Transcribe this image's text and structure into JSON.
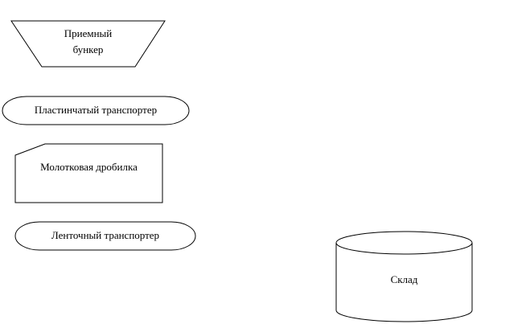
{
  "nodes": {
    "bunker": {
      "line1": "Приемный",
      "line2": "бункер"
    },
    "plate_conveyor": {
      "label": "Пластинчатый транспортер"
    },
    "hammer_crusher": {
      "label": "Молотковая дробилка"
    },
    "belt_conveyor": {
      "label": "Ленточный транспортер"
    },
    "warehouse": {
      "label": "Склад"
    }
  }
}
